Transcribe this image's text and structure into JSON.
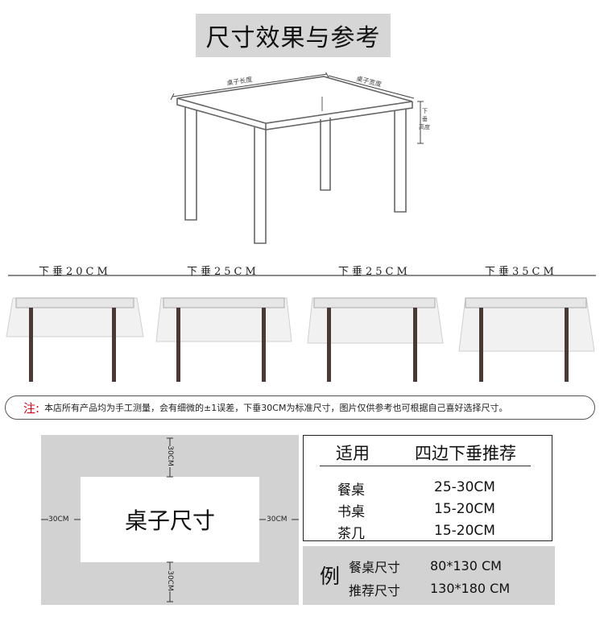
{
  "title": "尺寸效果与参考",
  "table_figure": {
    "length_label": "桌子长度",
    "width_label": "桌子宽度",
    "drop_label_line1": "下",
    "drop_label_line2": "垂",
    "drop_label_line3": "高度"
  },
  "drape_options": [
    {
      "label": "下垂20CM"
    },
    {
      "label": "下垂25CM"
    },
    {
      "label": "下垂25CM"
    },
    {
      "label": "下垂35CM"
    }
  ],
  "note": {
    "prefix": "注:",
    "text": "本店所有产品均为手工测量，会有细微的±1误差，下垂30CM为标准尺寸，图片仅供参考也可根据自己喜好选择尺寸。"
  },
  "size_diagram": {
    "center_label": "桌子尺寸",
    "top": "30CM",
    "bottom": "30CM",
    "left": "30CM",
    "right": "30CM"
  },
  "recommendation": {
    "header_use": "适用",
    "header_drop": "四边下垂推荐",
    "rows": [
      {
        "name": "餐桌",
        "value": "25-30CM"
      },
      {
        "name": "书桌",
        "value": "15-20CM"
      },
      {
        "name": "茶几",
        "value": "15-20CM"
      }
    ]
  },
  "example": {
    "mark": "例",
    "rows": [
      {
        "name": "餐桌尺寸",
        "value": "80*130 CM"
      },
      {
        "name": "推荐尺寸",
        "value": "130*180 CM"
      }
    ]
  },
  "colors": {
    "note_accent": "#d0021b",
    "panel_gray": "#d2d2d2",
    "leg_dark": "#4a3a36"
  }
}
